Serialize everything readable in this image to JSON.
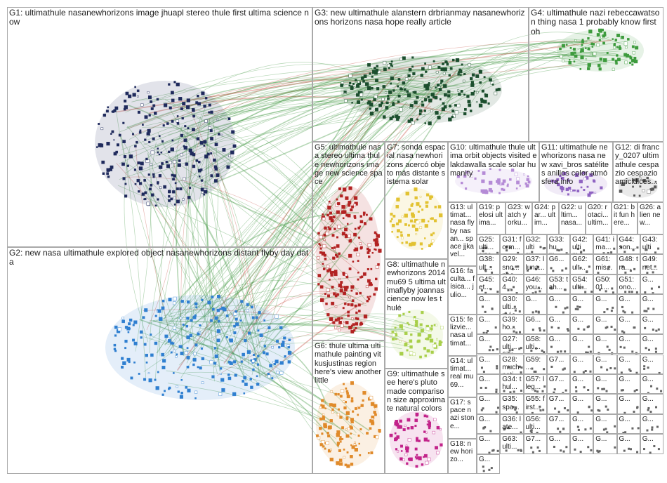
{
  "groups": [
    {
      "id": "G1",
      "label": "G1: ultimathule nasanewhorizons image jhuapl stereo thule first ultima science now",
      "color": "#1f2a5c"
    },
    {
      "id": "G2",
      "label": "G2: new nasa ultimathule explored object nasanewhorizons distant flyby day data",
      "color": "#2f7fd0"
    },
    {
      "id": "G3",
      "label": "G3: new ultimathule alanstern drbrianmay nasanewhorizons horizons nasa hope really article",
      "color": "#1c4e2e"
    },
    {
      "id": "G4",
      "label": "G4: ultimathule nazi rebeccawatson thing nasa 1 probably know first oh",
      "color": "#3d9b3d"
    },
    {
      "id": "G5",
      "label": "G5: ultimathule nasa stereo ultima thule newhorizons image new science space",
      "color": "#b22222"
    },
    {
      "id": "G6",
      "label": "G6: thule ultima ultimathule painting vitkusjustinas region here's view another little",
      "color": "#e08a2a"
    },
    {
      "id": "G7",
      "label": "G7: sonda espacial nasa newhorizons acercó objeto más distante sistema solar",
      "color": "#e2c232"
    },
    {
      "id": "G8",
      "label": "G8: ultimathule newhorizons 2014mu69 5 ultima ultimaflyby joannascience now les thulé",
      "color": "#a8cf4a"
    },
    {
      "id": "G9",
      "label": "G9: ultimathule see here's pluto made comparison size approximate natural colors",
      "color": "#c2238a"
    },
    {
      "id": "G10",
      "label": "G10: ultimathule thule ultima orbit objects visited elakdawalla scale solar humanity",
      "color": "#b58bd6"
    },
    {
      "id": "G11",
      "label": "G11: ultimathule newhorizons nasa new xavi_bros satélites anillos color atmósfera info",
      "color": "#8f63c2"
    },
    {
      "id": "G12",
      "label": "G12: di francy_0207 ultimathule cespazio cespazio amicidices...",
      "color": "#5a5a5a"
    },
    {
      "id": "G13",
      "label": "G13: ultimat... nasa flyby nasan... space jjkavel...",
      "color": "#5a5a5a"
    },
    {
      "id": "G19",
      "label": "G19: pelosi ultima...",
      "color": "#5a5a5a"
    },
    {
      "id": "G23",
      "label": "G23: watch yorku...",
      "color": "#5a5a5a"
    },
    {
      "id": "G24",
      "label": "G24: par... ultim...",
      "color": "#5a5a5a"
    },
    {
      "id": "G22",
      "label": "G22: ultim... nasa...",
      "color": "#5a5a5a"
    },
    {
      "id": "G20",
      "label": "G20: rotaci... ultim...",
      "color": "#5a5a5a"
    },
    {
      "id": "G21",
      "label": "G21: bit fun here...",
      "color": "#5a5a5a"
    },
    {
      "id": "G26",
      "label": "G26: alien new...",
      "color": "#5a5a5a"
    },
    {
      "id": "G16",
      "label": "G16: faculta... física... julio...",
      "color": "#5a5a5a"
    },
    {
      "id": "G15",
      "label": "G15: felizvie... nasa ultimat...",
      "color": "#5a5a5a"
    },
    {
      "id": "G14",
      "label": "G14: ultimat... real mu69...",
      "color": "#5a5a5a"
    },
    {
      "id": "G17",
      "label": "G17: space nazi stone...",
      "color": "#5a5a5a"
    },
    {
      "id": "G18",
      "label": "G18: new horizo...",
      "color": "#5a5a5a"
    }
  ],
  "grid_cells": [
    "G25: ulti... size...",
    "G31: form...",
    "G32: ultim...",
    "G33: hum...",
    "G42: ultim...",
    "G41: ima...",
    "G44: son...",
    "G43: ultim...",
    "G38: ult...",
    "G29: sno... phot...",
    "G37: lluna...",
    "G6...",
    "G62: ult...",
    "G61: mis...",
    "G48: tra...",
    "G49: net...",
    "G45: et...",
    "G40: 4...",
    "G46: you...",
    "G53: tah...",
    "G54: ulti...",
    "G50: 01...",
    "G51: ono...",
    "G...",
    "G...",
    "G30: ulti... más...",
    "G...",
    "G...",
    "G...",
    "G...",
    "G...",
    "G...",
    "G...",
    "G39: ho...",
    "G6...",
    "G...",
    "G...",
    "G...",
    "G...",
    "G...",
    "G...",
    "G27: ulti... 67p...",
    "G58: ulti...",
    "G...",
    "G...",
    "G...",
    "G...",
    "G...",
    "G...",
    "G28: much nati...",
    "G59: ...",
    "G7...",
    "G...",
    "G...",
    "G...",
    "G...",
    "G...",
    "G34: thul...",
    "G57: lleg...",
    "G7...",
    "G...",
    "G...",
    "G...",
    "G...",
    "G...",
    "G35: spa...",
    "G55: first...",
    "G7...",
    "G...",
    "G...",
    "G...",
    "G...",
    "G...",
    "G36: late...",
    "G56: ulti...",
    "G7...",
    "G...",
    "G...",
    "G...",
    "G...",
    "G...",
    "G63: ulti...",
    "G7...",
    "G...",
    "G...",
    "G...",
    "G...",
    "G...",
    "G..."
  ]
}
